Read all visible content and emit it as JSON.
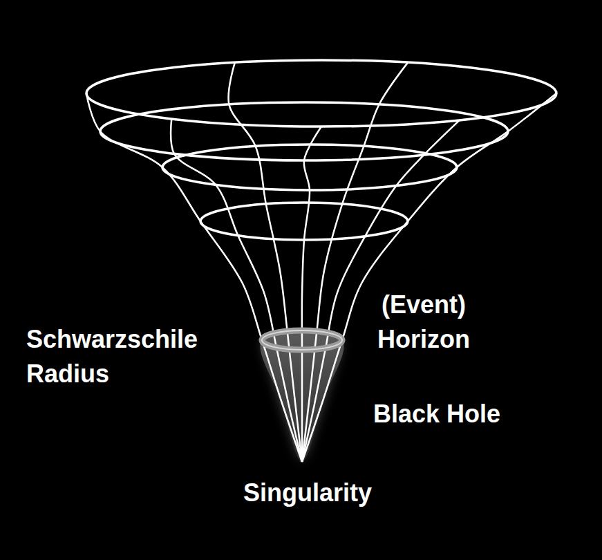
{
  "diagram": {
    "labels": [
      "Schwarzschile Radius",
      "(Event) Horizon",
      "Black Hole",
      "Singularity"
    ]
  }
}
